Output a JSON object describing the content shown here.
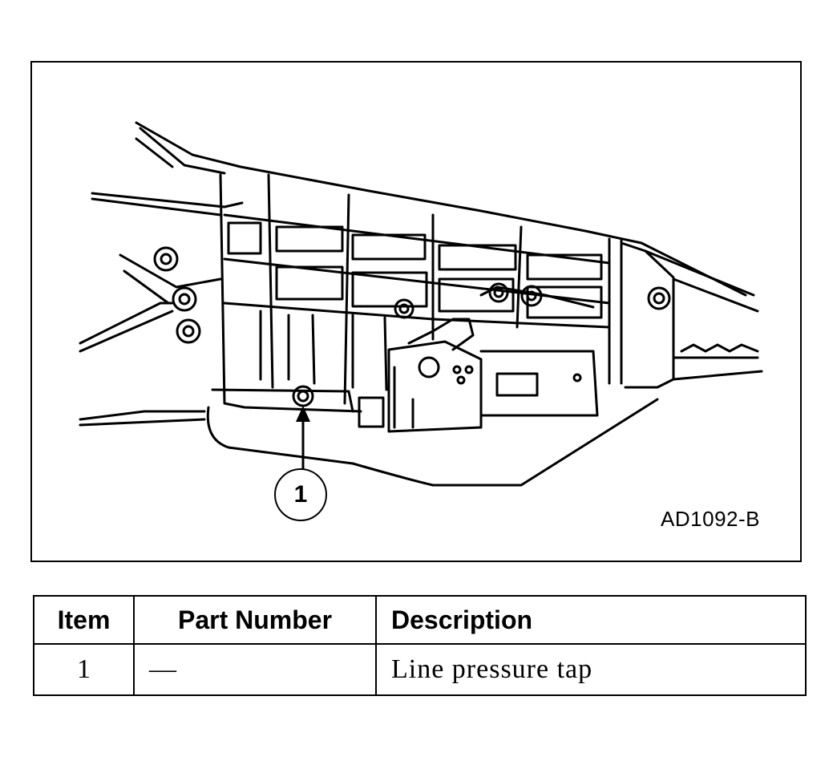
{
  "figure": {
    "code": "AD1092-B",
    "callout": "1",
    "colors": {
      "line": "#000000",
      "background": "#ffffff"
    }
  },
  "table": {
    "headers": {
      "item": "Item",
      "part_number": "Part Number",
      "description": "Description"
    },
    "rows": [
      {
        "item": "1",
        "part_number": "—",
        "description": "Line pressure tap"
      }
    ]
  }
}
